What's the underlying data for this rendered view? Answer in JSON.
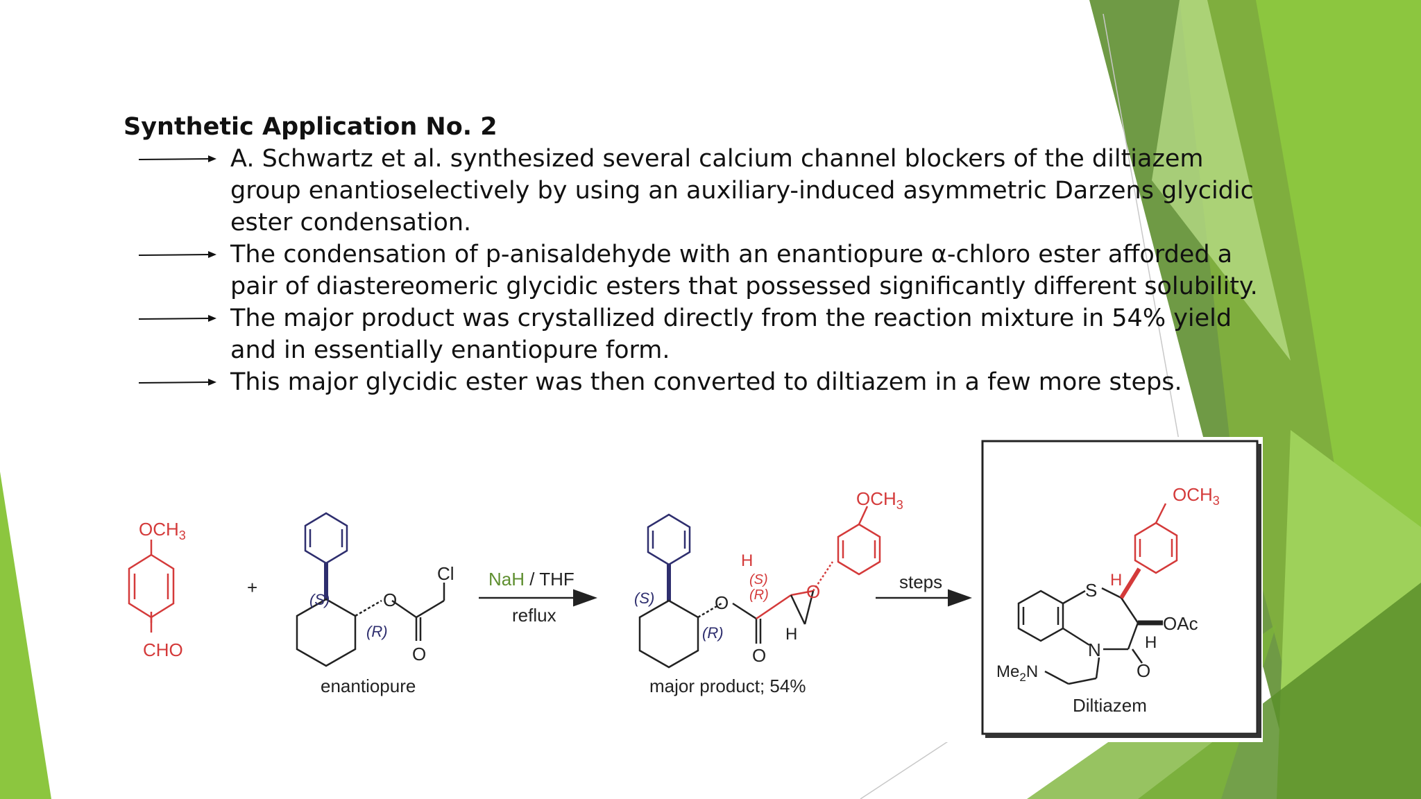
{
  "slide": {
    "heading": "Synthetic Application No. 2",
    "bullets": [
      "A. Schwartz et al. synthesized several calcium channel blockers of the diltiazem group enantioselectively by using an auxiliary-induced asymmetric Darzens glycidic ester condensation.",
      "The condensation of p-anisaldehyde with an enantiopure α-chloro ester afforded a pair of diastereomeric glycidic esters that possessed significantly different solubility.",
      "The major product was crystallized directly from the reaction mixture in 54% yield and in essentially enantiopure form.",
      "This major glycidic ester was then converted to diltiazem in a few more steps."
    ]
  },
  "scheme": {
    "anisaldehyde": {
      "top_group": "OCH",
      "top_sub": "3",
      "bottom_group": "CHO"
    },
    "plus": "+",
    "chloro_ester": {
      "s_label": "(S)",
      "r_label": "(R)",
      "o_ether": "O",
      "cl": "Cl",
      "o_carbonyl": "O",
      "caption": "enantiopure"
    },
    "reaction_arrow_1": {
      "reagent_red": "NaH",
      "reagent_rest": " / THF",
      "below": "reflux"
    },
    "product": {
      "s_label": "(S)",
      "r_label": "(R)",
      "o_ether": "O",
      "o_carbonyl": "O",
      "h_top": "H",
      "s_epox": "(S)",
      "r_epox": "(R)",
      "o_epox": "O",
      "h_bottom": "H",
      "ome": "OCH",
      "ome_sub": "3",
      "caption": "major product; 54%"
    },
    "reaction_arrow_2": {
      "label": "steps"
    },
    "diltiazem": {
      "ome": "OCH",
      "ome_sub": "3",
      "s": "S",
      "h_top": "H",
      "oac": "OAc",
      "h_bottom": "H",
      "n": "N",
      "o": "O",
      "me": "Me",
      "me_sub": "2",
      "me_n": "N",
      "caption": "Diltiazem"
    }
  },
  "colors": {
    "red": "#d43a3a",
    "navy": "#2e2e6e",
    "green_dark": "#5f8f30",
    "green_light": "#8cc63f"
  }
}
